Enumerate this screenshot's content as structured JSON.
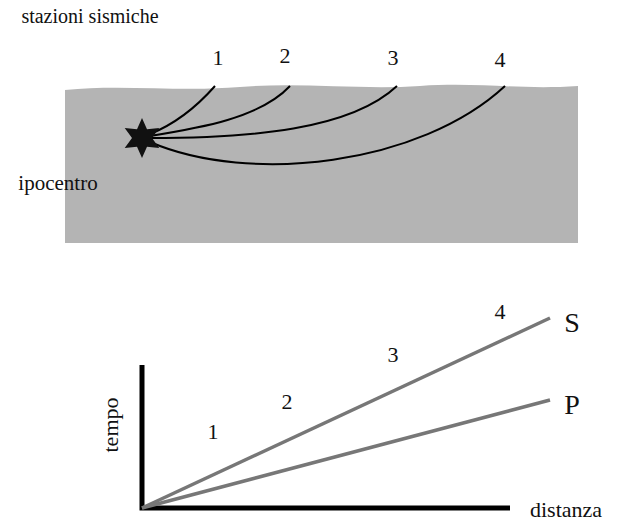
{
  "diagram": {
    "labels": [
      "stazioni sismiche",
      "1",
      "2",
      "3",
      "4",
      "ipocentro",
      "tempo",
      "distanza",
      "S",
      "P",
      "1",
      "2",
      "3",
      "4"
    ]
  }
}
